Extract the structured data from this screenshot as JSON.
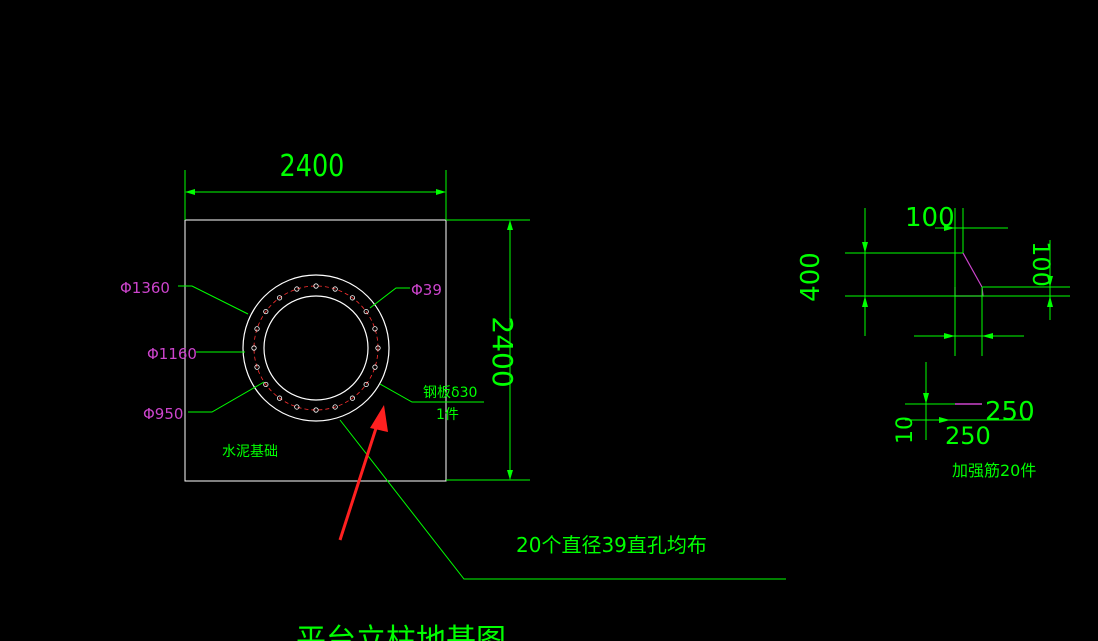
{
  "colors": {
    "background": "#000000",
    "outline": "#ffffff",
    "dimension": "#00ff00",
    "callout": "#cc44cc",
    "bolt_circle": "#ff3030",
    "arrow": "#ff2020"
  },
  "plan": {
    "width_dim": "2400",
    "height_dim": "2400",
    "foundation_label": "水泥基础",
    "d1360": "Φ1360",
    "d1160": "Φ1160",
    "d950": "Φ950",
    "d39": "Φ39",
    "plate_label": "钢板δ30",
    "plate_qty": "1件",
    "holes_label": "20个直径39直孔均布",
    "hole_count": 20,
    "bottom_title": "平台立柱地基图"
  },
  "rib": {
    "dim_100_top": "100",
    "dim_100_right": "100",
    "dim_400": "400",
    "dim_10": "10",
    "dim_250_a": "250",
    "dim_250_b": "250",
    "rib_label": "加强筋20件"
  }
}
